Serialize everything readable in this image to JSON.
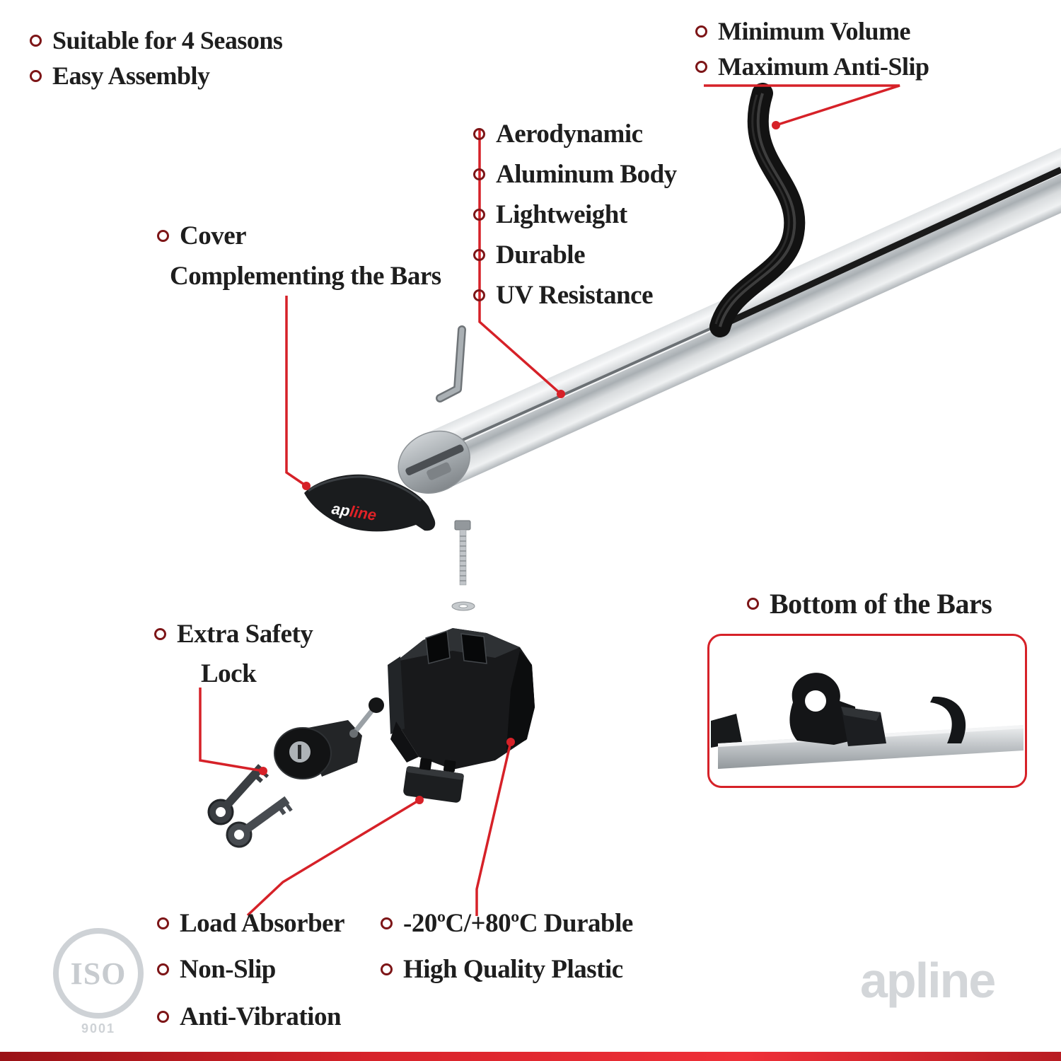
{
  "colors": {
    "accent": "#d62128",
    "text": "#1e1e1e",
    "watermark": "#d3d6d9"
  },
  "labels": {
    "top_left": [
      "Suitable for 4 Seasons",
      "Easy Assembly"
    ],
    "top_right": [
      "Minimum Volume",
      "Maximum Anti-Slip"
    ],
    "bar_features": [
      "Aerodynamic",
      "Aluminum Body",
      "Lightweight",
      "Durable",
      "UV Resistance"
    ],
    "cover_line1": "Cover",
    "cover_line2": "Complementing the Bars",
    "lock_line1": "Extra Safety",
    "lock_line2": "Lock",
    "bottom_left": [
      "Load Absorber",
      "Non-Slip",
      "Anti-Vibration"
    ],
    "bottom_mid": [
      "-20ºC/+80ºC Durable",
      "High Quality Plastic"
    ],
    "bottom_bars": "Bottom of the Bars"
  },
  "brand": {
    "logo_ap": "ap",
    "logo_line": "line",
    "watermark": "apline"
  },
  "badge": {
    "iso": "ISO",
    "number": "9001"
  }
}
